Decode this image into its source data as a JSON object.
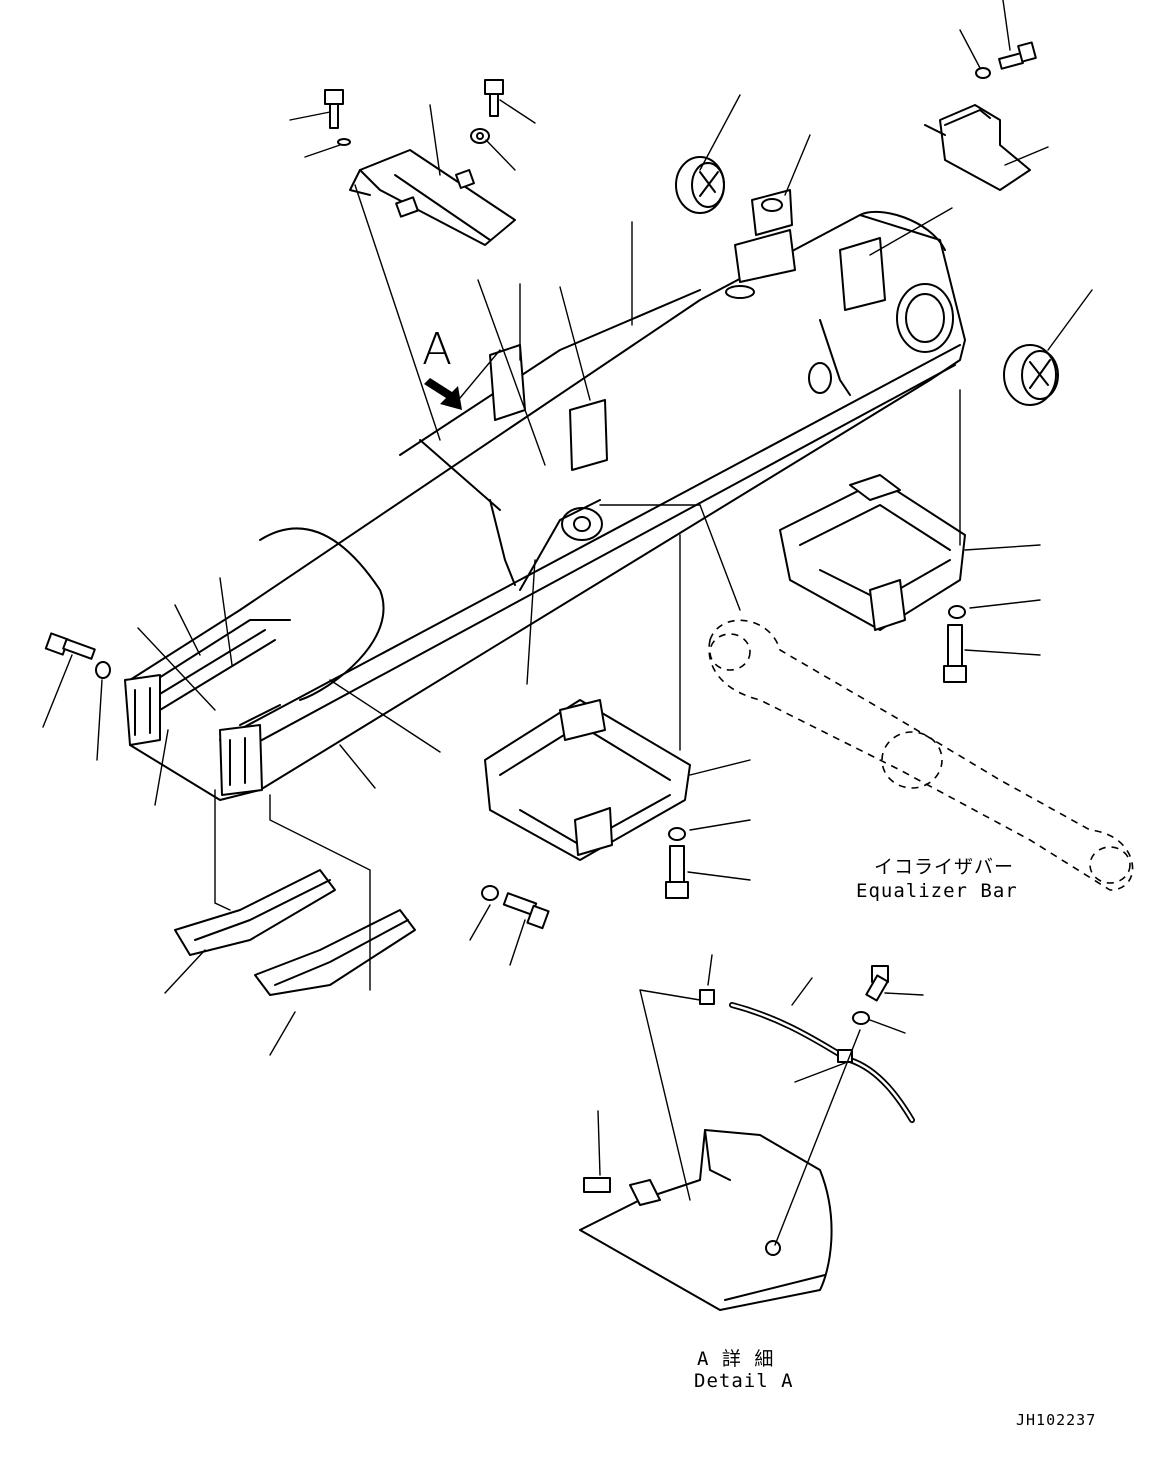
{
  "labels": {
    "view_marker": "A",
    "equalizer_jp": "イコライザバー",
    "equalizer_en": "Equalizer Bar",
    "detail_jp": "A 詳 細",
    "detail_en": "Detail A",
    "drawing_code": "JH102237"
  }
}
